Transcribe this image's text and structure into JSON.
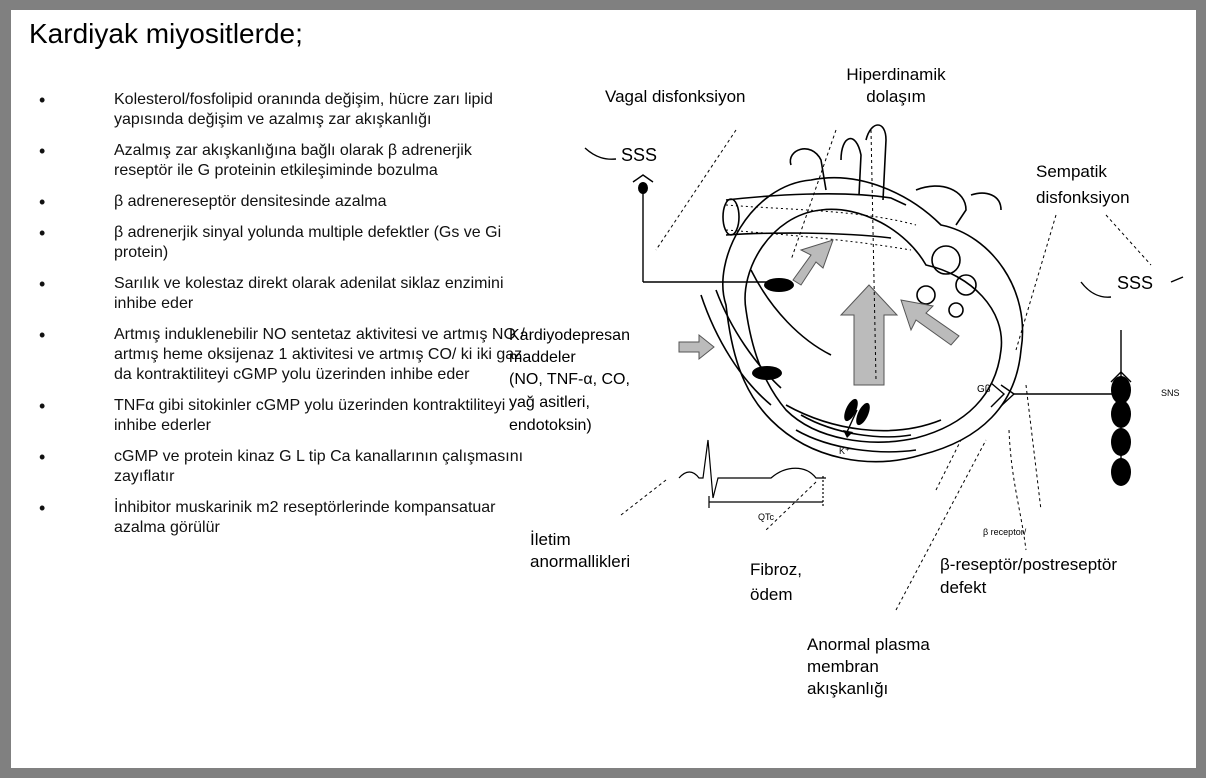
{
  "title": "Kardiyak miyositlerde;",
  "bullets": [
    "Kolesterol/fosfolipid oranında değişim, hücre zarı lipid yapısında değişim ve azalmış zar akışkanlığı",
    "Azalmış zar akışkanlığına bağlı olarak β adrenerjik reseptör ile G proteinin etkileşiminde bozulma",
    "β adrenereseptör densitesinde azalma",
    "β adrenerjik sinyal yolunda multiple defektler (Gs ve Gi protein)",
    "Sarılık ve kolestaz direkt olarak adenilat siklaz enzimini inhibe eder",
    "Artmış induklenebilir NO sentetaz aktivitesi ve artmış NO / artmış heme oksijenaz 1 aktivitesi ve artmış CO/ ki iki gaz da kontraktiliteyi cGMP yolu üzerinden inhibe eder",
    "TNFα gibi sitokinler cGMP yolu üzerinden kontraktiliteyi inhibe ederler",
    "cGMP ve protein kinaz G L tip Ca kanallarının çalışmasını zayıflatır",
    "İnhibitor muskarinik m2 reseptörlerinde kompansatuar azalma görülür"
  ],
  "diagram": {
    "hiperdinamik": [
      "Hiperdinamik",
      "dolaşım"
    ],
    "vagal": "Vagal disfonksiyon",
    "sss_left": "SSS",
    "sempatik": [
      "Sempatik",
      "disfonksiyon"
    ],
    "sss_right": "SSS",
    "sns": "SNS",
    "g_beta": "Gβ",
    "k_plus": "K⁺",
    "kardiyodepresan": [
      "Kardiyodepresan",
      "maddeler",
      "(NO, TNF-α, CO,",
      "yağ asitleri,",
      "endotoksin)"
    ],
    "qtc": "QTc",
    "iletim": [
      "İletim",
      "anormallikleri"
    ],
    "fibroz": [
      "Fibroz,",
      "ödem"
    ],
    "beta_receptor_small": "β receptor/",
    "beta_reseptor": [
      "β-reseptör/postreseptör",
      "defekt"
    ],
    "anormal": [
      "Anormal plasma",
      "membran",
      "akışkanlığı"
    ]
  }
}
